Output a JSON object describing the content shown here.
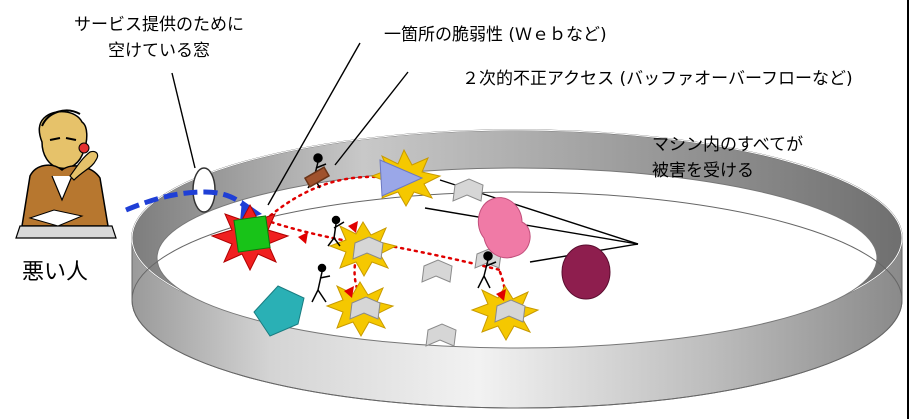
{
  "labels": {
    "window": "サービス提供のために\n空けている窓",
    "single_point": "一箇所の脆弱性 (Ｗｅｂなど)",
    "secondary": "２次的不正アクセス (バッファオーバーフローなど)",
    "damage": "マシン内のすべてが\n被害を受ける",
    "bad_person": "悪い人"
  },
  "colors": {
    "wall_dark": "#8c8c8c",
    "wall_light": "#e0e0e0",
    "arrow": "#1f3fd6",
    "attack_path": "#e00000",
    "burst": "#f5c800",
    "green_box": "#18c318",
    "triangle": "#9aa7e8",
    "pink_blob": "#f07aa6",
    "purple_disc": "#8e1e4e",
    "teal_pentagon": "#2ab0b5"
  }
}
